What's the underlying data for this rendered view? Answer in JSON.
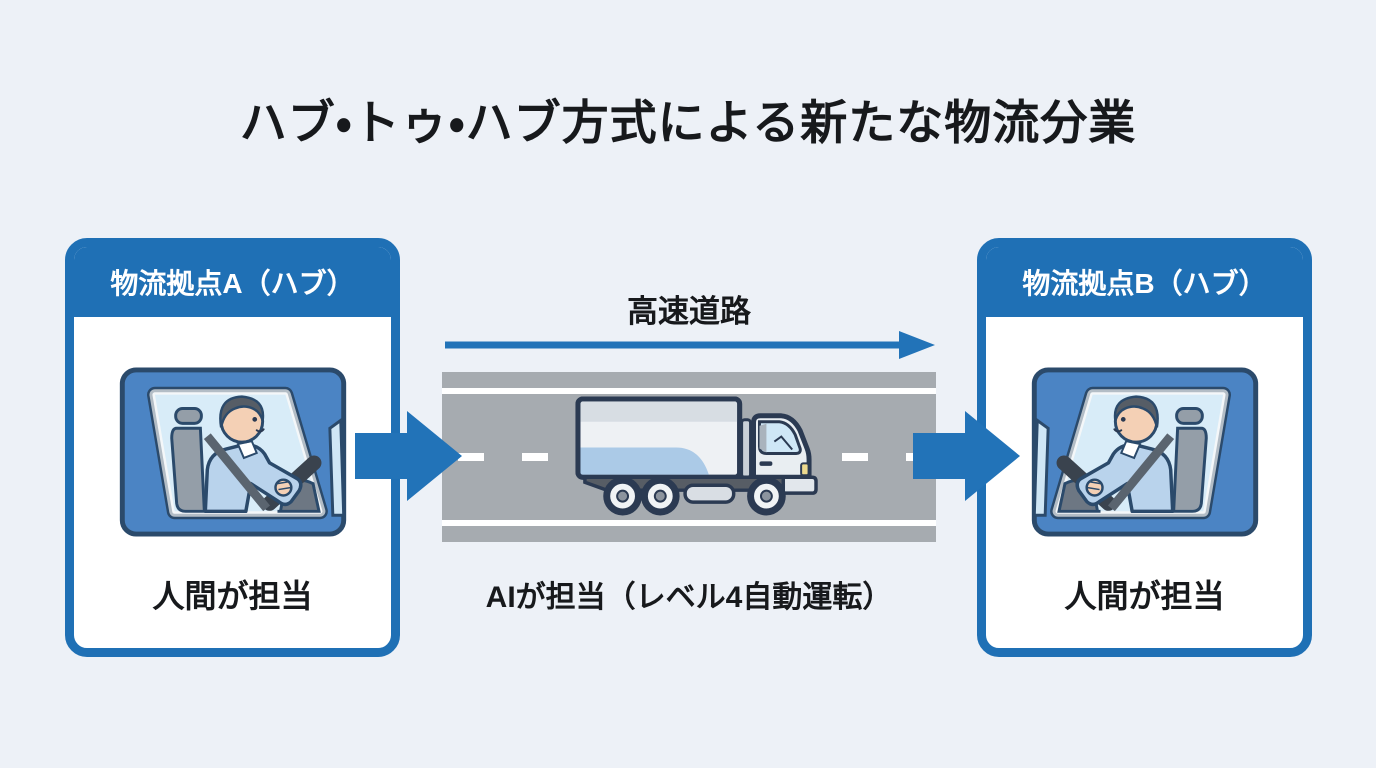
{
  "title": "ハブ・トゥ・ハブ方式による新たな物流分業",
  "hub_a": {
    "header": "物流拠点A（ハブ）",
    "caption": "人間が担当"
  },
  "hub_b": {
    "header": "物流拠点B（ハブ）",
    "caption": "人間が担当"
  },
  "highway": {
    "label": "高速道路",
    "caption": "AIが担当（レベル4自動運転）"
  },
  "illustrations": {
    "hub_a": "human-driver-in-truck-cab-facing-right",
    "hub_b": "human-driver-in-truck-cab-facing-left",
    "highway": "autonomous-truck-side-view",
    "flow": "blue-block-arrows-left-to-right"
  },
  "colors": {
    "background": "#edf1f7",
    "primary_blue": "#1f70b5",
    "arrow_blue": "#2273b8",
    "road_gray": "#a6abb0",
    "lane_white": "#ffffff",
    "cab_blue": "#4b84c4",
    "text": "#17191c",
    "header_text": "#ffffff"
  }
}
